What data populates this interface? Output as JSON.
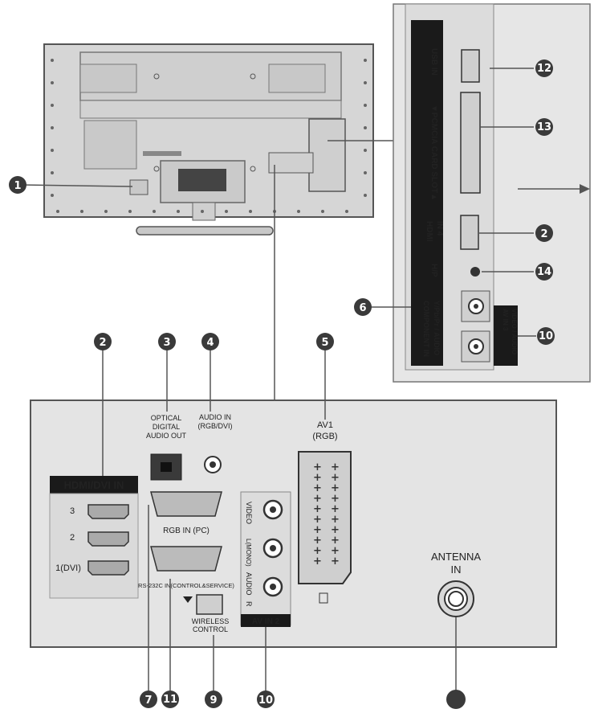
{
  "callouts": [
    {
      "id": "c1",
      "number": "1"
    },
    {
      "id": "c2a",
      "number": "2"
    },
    {
      "id": "c2b",
      "number": "2"
    },
    {
      "id": "c3",
      "number": "3"
    },
    {
      "id": "c4",
      "number": "4"
    },
    {
      "id": "c5",
      "number": "5"
    },
    {
      "id": "c6",
      "number": "6"
    },
    {
      "id": "c7",
      "number": "7"
    },
    {
      "id": "c8",
      "number": ""
    },
    {
      "id": "c9",
      "number": "9"
    },
    {
      "id": "c10a",
      "number": "10"
    },
    {
      "id": "c10b",
      "number": "10"
    },
    {
      "id": "c11",
      "number": "11"
    },
    {
      "id": "c12",
      "number": "12"
    },
    {
      "id": "c13",
      "number": "13"
    },
    {
      "id": "c14",
      "number": "14"
    }
  ],
  "rear_panel": {
    "hdmi_title": "HDMI/DVI IN",
    "hdmi_ports": [
      "3",
      "2",
      "1(DVI)"
    ],
    "optical": "OPTICAL DIGITAL AUDIO OUT",
    "optical_lines": [
      "OPTICAL",
      "DIGITAL",
      "AUDIO OUT"
    ],
    "audio_in_lines": [
      "AUDIO IN",
      "(RGB/DVI)"
    ],
    "rgb_in": "RGB IN (PC)",
    "rs232c": "RS-232C IN(CONTROL&SERVICE)",
    "wireless_lines": [
      "WIRELESS",
      "CONTROL"
    ],
    "av1_lines": [
      "AV1",
      "(RGB)"
    ],
    "av2_labels": [
      "VIDEO",
      "L(MONO)",
      "AUDIO",
      "R"
    ],
    "av2_title": "AV IN 2",
    "antenna_lines": [
      "ANTENNA",
      "IN"
    ]
  },
  "side_panel": {
    "usb": "USB IN",
    "pcmcia": "▼PCMCIA CARD SLOT▲",
    "hdmi4_lines": [
      "HDMI",
      "IN 4"
    ],
    "headphone": "H/P",
    "component_lines": [
      "COMPONENT IN",
      "Y/Pb/Pr / AUDIO"
    ],
    "av3_lines": [
      "AV IN 3",
      "VIDEO / AUDIO"
    ]
  },
  "colors": {
    "callout_fill": "#3a3a3a",
    "panel_fill": "#e3e3e3",
    "panel_stroke": "#555555",
    "tv_fill": "#d9d9d9"
  }
}
